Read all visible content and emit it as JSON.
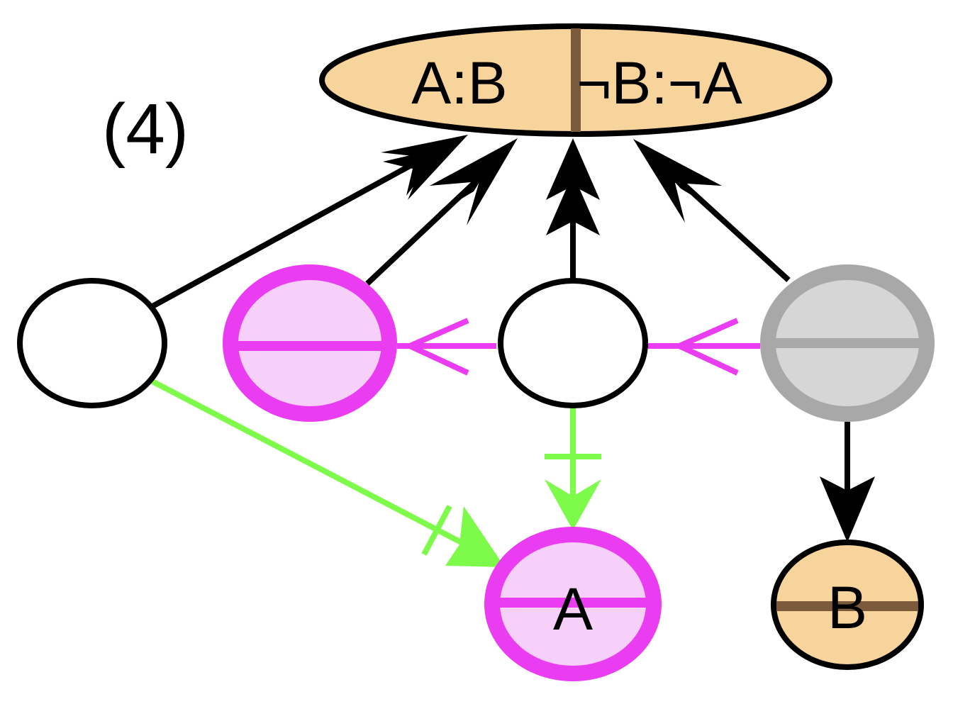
{
  "panel_label": "(4)",
  "top_node": {
    "left_label": "A:B",
    "right_label": "¬B:¬A"
  },
  "node_a": {
    "label": "A"
  },
  "node_b": {
    "label": "B"
  },
  "colors": {
    "tan_fill": "#f7d49b",
    "brown_divider": "#7a5a3a",
    "magenta": "#ea3cf0",
    "magenta_fill": "#f6d0f8",
    "gray": "#a8a8a8",
    "gray_fill": "#d6d6d6",
    "green": "#7dfa4a",
    "black": "#000000"
  },
  "edges": [
    {
      "from": "left-node",
      "to": "top-node",
      "kind": "double-arrow",
      "color": "black"
    },
    {
      "from": "magenta-node",
      "to": "top-node",
      "kind": "double-arrow",
      "color": "black"
    },
    {
      "from": "center-node",
      "to": "top-node",
      "kind": "double-arrow",
      "color": "black"
    },
    {
      "from": "gray-node",
      "to": "top-node",
      "kind": "double-arrow",
      "color": "black"
    },
    {
      "from": "center-node",
      "to": "magenta-node",
      "kind": "open-arrow",
      "color": "magenta"
    },
    {
      "from": "gray-node",
      "to": "center-node",
      "kind": "open-arrow",
      "color": "magenta"
    },
    {
      "from": "left-node",
      "to": "node-a",
      "kind": "barred-arrow",
      "color": "green"
    },
    {
      "from": "center-node",
      "to": "node-a",
      "kind": "barred-arrow",
      "color": "green"
    },
    {
      "from": "gray-node",
      "to": "node-b",
      "kind": "arrow",
      "color": "black"
    }
  ]
}
